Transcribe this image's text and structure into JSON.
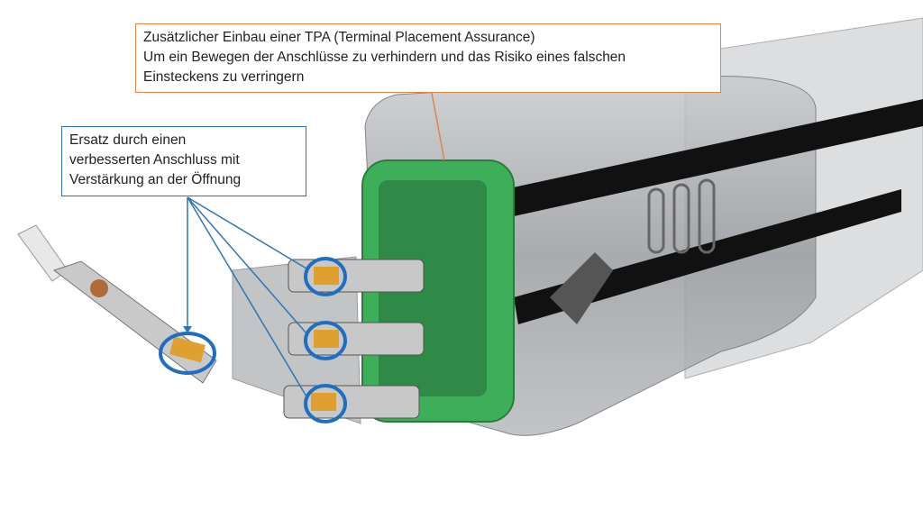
{
  "callouts": {
    "tpa": {
      "lines": [
        "Zusätzlicher Einbau einer TPA (Terminal Placement Assurance)",
        "Um ein Bewegen der Anschlüsse zu verhindern und das Risiko eines falschen",
        "Einsteckens zu verringern"
      ],
      "color": "#e0864a"
    },
    "terminal": {
      "lines": [
        "Ersatz durch einen",
        "verbesserten Anschluss mit",
        "Verstärkung an der Öffnung"
      ],
      "color": "#2e75b6"
    }
  },
  "colors": {
    "tpa_green": "#3fae5a",
    "housing_gray": "#8a8d91",
    "terminal_gold": "#e0a030"
  }
}
